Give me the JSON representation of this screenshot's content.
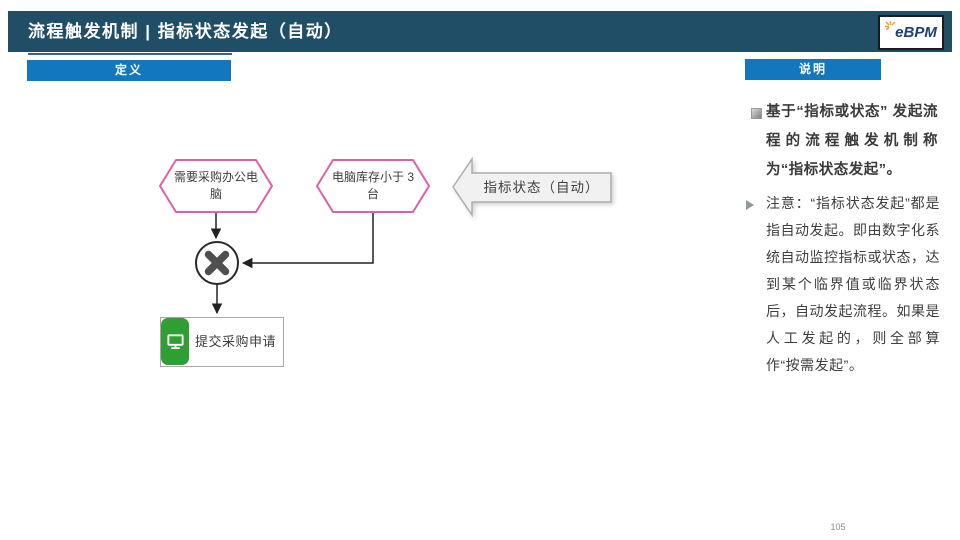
{
  "header": {
    "title": "流程触发机制 | 指标状态发起（自动）",
    "logo_text": "eBPM"
  },
  "tabs": {
    "definition": "定义",
    "explanation": "说明"
  },
  "diagram": {
    "hexagons": [
      {
        "label": "需要采购办公电脑"
      },
      {
        "label": "电脑库存小于 3 台"
      }
    ],
    "callout": {
      "label": "指标状态（自动）"
    },
    "gateway": {
      "type": "xor-gateway"
    },
    "task": {
      "label": "提交采购申请"
    }
  },
  "notes": {
    "definition": "基于“指标或状态” 发起流程的流程触发机制称为“指标状态发起”。",
    "remark": "注意：“指标状态发起”都是指自动发起。即由数字化系统自动监控指标或状态，达到某个临界值或临界状态后，自动发起流程。如果是人工发起的，则全部算作“按需发起”。"
  },
  "footer": {
    "page_number": "105"
  },
  "colors": {
    "header-bg": "#1F4E66",
    "button-bg": "#1377BD",
    "hex-stroke": "#DD5FA9",
    "task-green": "#2F9E33",
    "callout-fill": "#F1F1F1",
    "callout-stroke": "#ADADAD",
    "line-color": "#222222",
    "text-color": "#3D3D3D",
    "logo-blue": "#1C3E7C",
    "logo-orange": "#F79A2D"
  }
}
